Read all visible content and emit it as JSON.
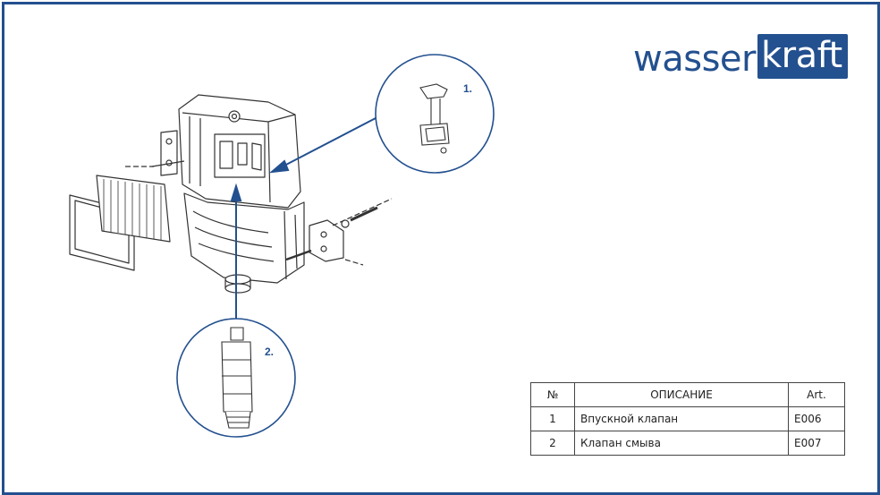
{
  "logo": {
    "part1": "wasser",
    "part2": "kraft"
  },
  "callouts": [
    {
      "label": "1."
    },
    {
      "label": "2."
    }
  ],
  "table": {
    "headers": {
      "num": "№",
      "desc": "ОПИСАНИЕ",
      "art": "Art."
    },
    "rows": [
      {
        "num": "1",
        "desc": "Впускной клапан",
        "art": "E006"
      },
      {
        "num": "2",
        "desc": "Клапан смыва",
        "art": "E007"
      }
    ]
  },
  "colors": {
    "brand": "#23508f",
    "line": "#333333"
  }
}
